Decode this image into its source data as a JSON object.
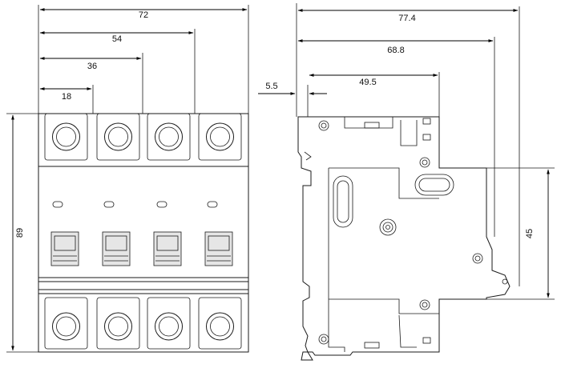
{
  "front_view": {
    "width_labels": [
      "72",
      "54",
      "36",
      "18"
    ],
    "height_label": "89"
  },
  "side_view": {
    "top_labels": [
      "77.4",
      "68.8",
      "49.5"
    ],
    "offset_label": "5.5",
    "height_label": "45"
  }
}
